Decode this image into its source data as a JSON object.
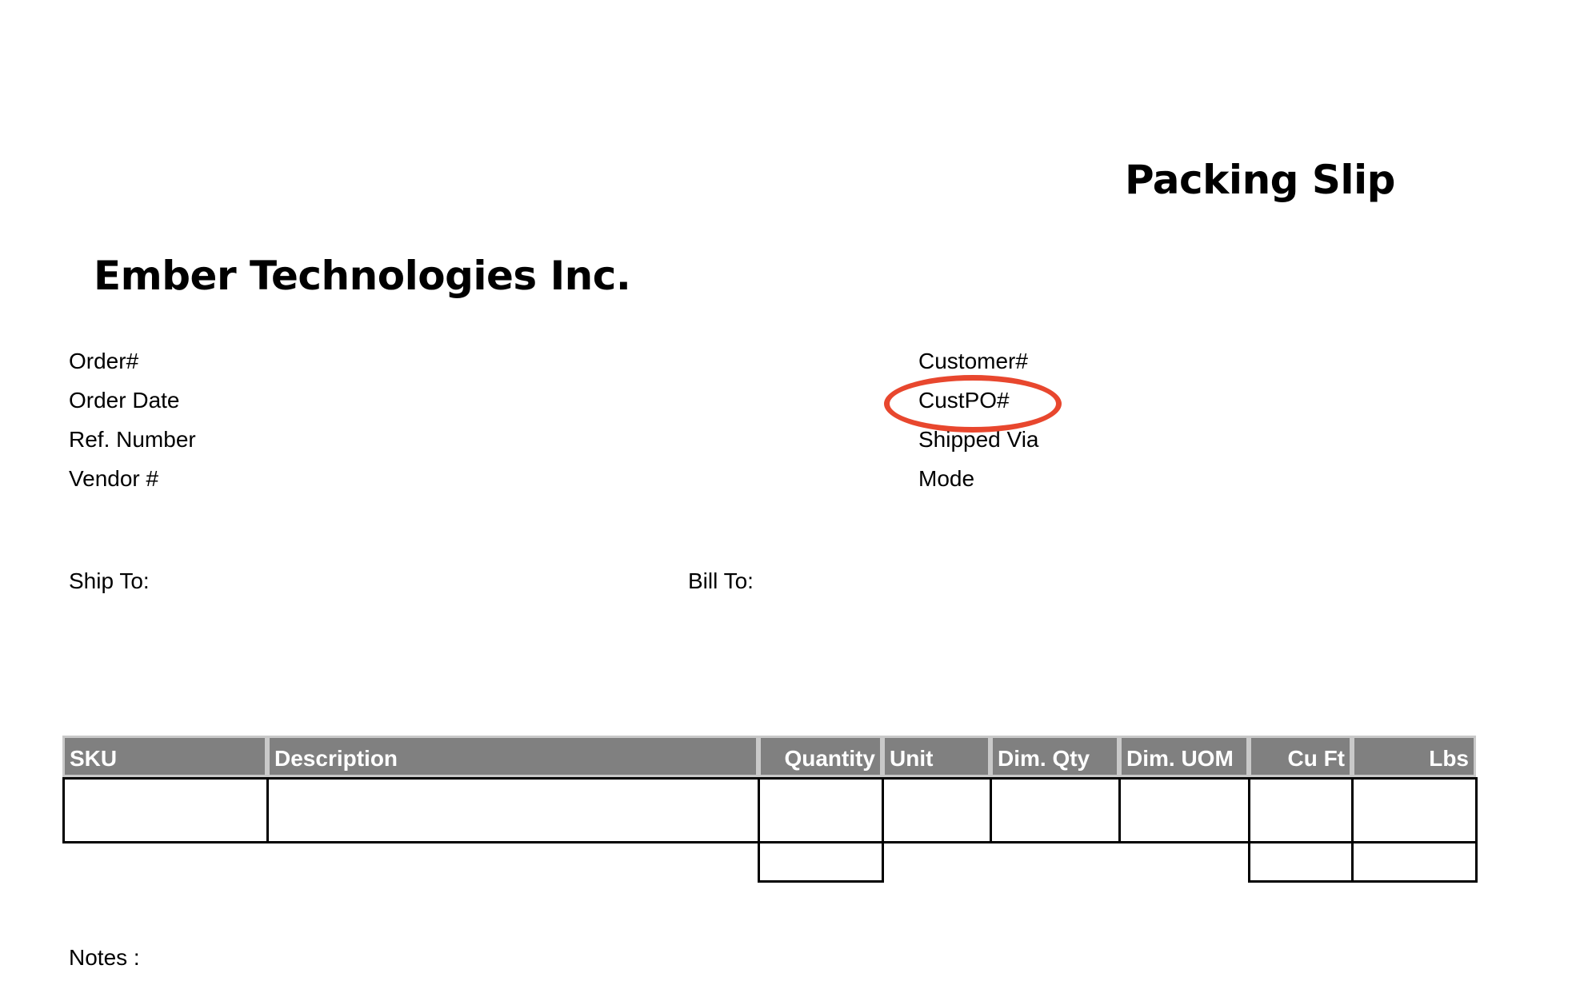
{
  "document": {
    "title": "Packing Slip",
    "company": "Ember Technologies Inc."
  },
  "order_fields_left": [
    "Order#",
    "Order Date",
    "Ref. Number",
    "Vendor #"
  ],
  "order_fields_right": [
    "Customer#",
    "CustPO#",
    "Shipped Via",
    "Mode"
  ],
  "addresses": {
    "ship_to": "Ship To:",
    "bill_to": "Bill To:"
  },
  "table": {
    "columns": [
      "SKU",
      "Description",
      "Quantity",
      "Unit",
      "Dim. Qty",
      "Dim. UOM",
      "Cu Ft",
      "Lbs"
    ]
  },
  "notes_label": "Notes :",
  "annotation": {
    "highlighted_field": "CustPO#",
    "color": "#e8472e"
  }
}
